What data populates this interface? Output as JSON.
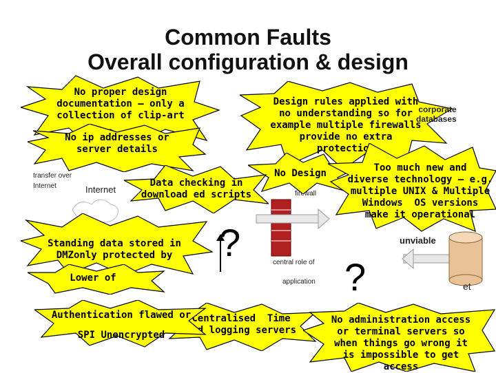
{
  "slide": {
    "title_line1": "Common Faults",
    "title_line2": "Overall configuration & design"
  },
  "diagram_labels": {
    "transfer": "transfer over",
    "internet_small": "Internet",
    "internet": "Internet",
    "firewall": "firewall",
    "central_role": "central role of",
    "application": "application",
    "unviable": "unviable",
    "et": "et",
    "question": "?"
  },
  "callouts": [
    {
      "text": "No proper design\ndocumentation – only a\ncollection of clip-art"
    },
    {
      "text": "No ip addresses or\nserver details"
    },
    {
      "text": "Design rules applied with\nno understanding so for\nexample multiple firewalls\nprovide no extra\nprotection"
    },
    {
      "text": "Too much new and\ndiverse technology – e.g.\nmultiple UNIX & Multiple\nWindows  OS versions\nmake it operational"
    },
    {
      "text": "No Design"
    },
    {
      "text": "Data checking in\ndownload ed scripts"
    },
    {
      "text": "Standing data stored in\nDMZonly protected by"
    },
    {
      "text": "Lower of"
    },
    {
      "text": "Authentication flawed or"
    },
    {
      "text": "SPI Unencrypted"
    },
    {
      "text": "Centralised  Time\nand logging servers"
    },
    {
      "text": "No administration access\nor terminal servers so\nwhen things go wrong it\nis impossible to get\naccess"
    },
    {
      "text": "corporate\ndatabases"
    }
  ]
}
